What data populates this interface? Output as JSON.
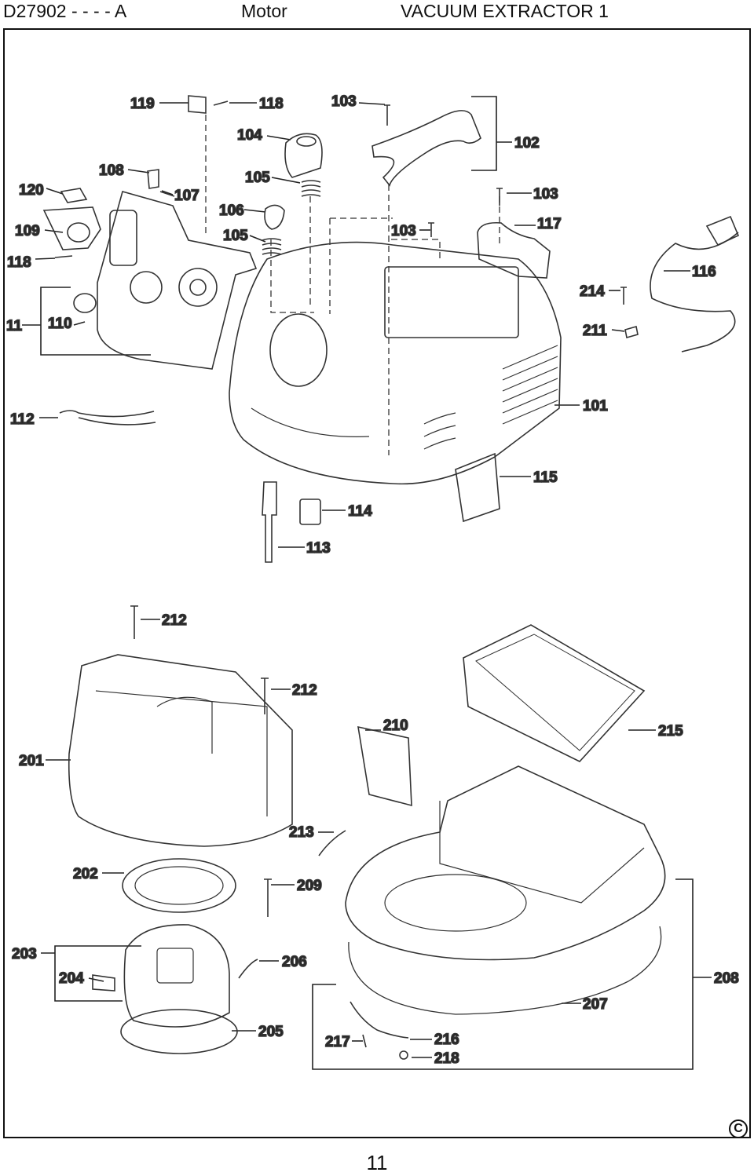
{
  "header": {
    "model": "D27902 - - - - A",
    "section": "Motor",
    "product": "VACUUM EXTRACTOR 1"
  },
  "callouts": [
    {
      "id": "119",
      "text": "119"
    },
    {
      "id": "118a",
      "text": "118"
    },
    {
      "id": "103a",
      "text": "103"
    },
    {
      "id": "104",
      "text": "104"
    },
    {
      "id": "102",
      "text": "102"
    },
    {
      "id": "108",
      "text": "108"
    },
    {
      "id": "105a",
      "text": "105"
    },
    {
      "id": "120",
      "text": "120"
    },
    {
      "id": "107",
      "text": "107"
    },
    {
      "id": "103b",
      "text": "103"
    },
    {
      "id": "106",
      "text": "106"
    },
    {
      "id": "109",
      "text": "109"
    },
    {
      "id": "105b",
      "text": "105"
    },
    {
      "id": "103c",
      "text": "103"
    },
    {
      "id": "117",
      "text": "117"
    },
    {
      "id": "118b",
      "text": "118"
    },
    {
      "id": "116",
      "text": "116"
    },
    {
      "id": "214",
      "text": "214"
    },
    {
      "id": "11",
      "text": "11"
    },
    {
      "id": "110",
      "text": "110"
    },
    {
      "id": "211",
      "text": "211"
    },
    {
      "id": "101",
      "text": "101"
    },
    {
      "id": "112",
      "text": "112"
    },
    {
      "id": "115",
      "text": "115"
    },
    {
      "id": "114",
      "text": "114"
    },
    {
      "id": "113",
      "text": "113"
    },
    {
      "id": "212a",
      "text": "212"
    },
    {
      "id": "212b",
      "text": "212"
    },
    {
      "id": "210",
      "text": "210"
    },
    {
      "id": "215",
      "text": "215"
    },
    {
      "id": "201",
      "text": "201"
    },
    {
      "id": "213",
      "text": "213"
    },
    {
      "id": "202",
      "text": "202"
    },
    {
      "id": "209",
      "text": "209"
    },
    {
      "id": "203",
      "text": "203"
    },
    {
      "id": "206",
      "text": "206"
    },
    {
      "id": "204",
      "text": "204"
    },
    {
      "id": "208",
      "text": "208"
    },
    {
      "id": "207",
      "text": "207"
    },
    {
      "id": "205",
      "text": "205"
    },
    {
      "id": "216",
      "text": "216"
    },
    {
      "id": "217",
      "text": "217"
    },
    {
      "id": "218",
      "text": "218"
    }
  ],
  "footer": {
    "copyright_symbol": "C",
    "page_number": "11"
  }
}
